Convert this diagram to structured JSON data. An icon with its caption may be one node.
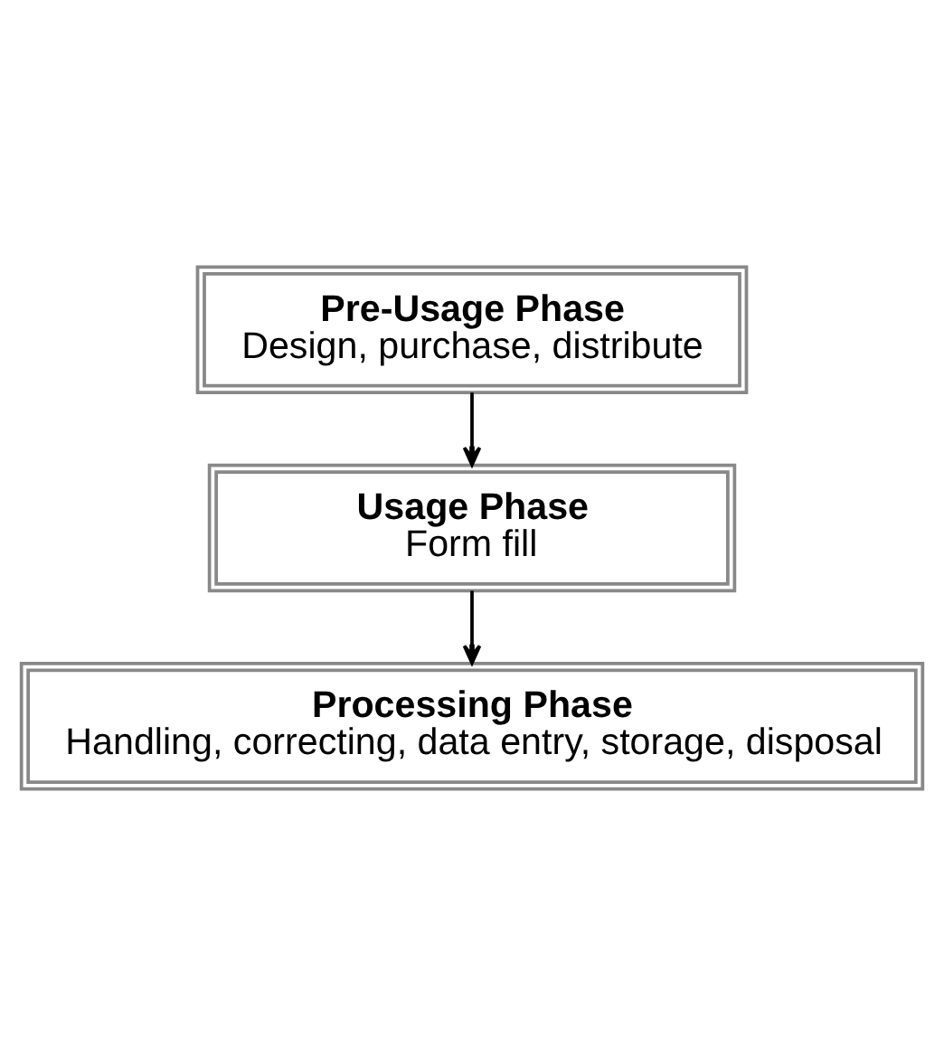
{
  "diagram": {
    "nodes": [
      {
        "text": [
          "Pre-Usage Phase",
          "Design, purchase, distribute"
        ]
      },
      {
        "text": [
          "Usage Phase",
          "Form fill"
        ]
      },
      {
        "text": [
          "Processing Phase",
          "Handling, correcting, data entry, storage, disposal"
        ]
      }
    ],
    "edges": [
      {
        "from": 0,
        "to": 1,
        "arrow": "to"
      },
      {
        "from": 1,
        "to": 2,
        "arrow": "to"
      }
    ]
  }
}
